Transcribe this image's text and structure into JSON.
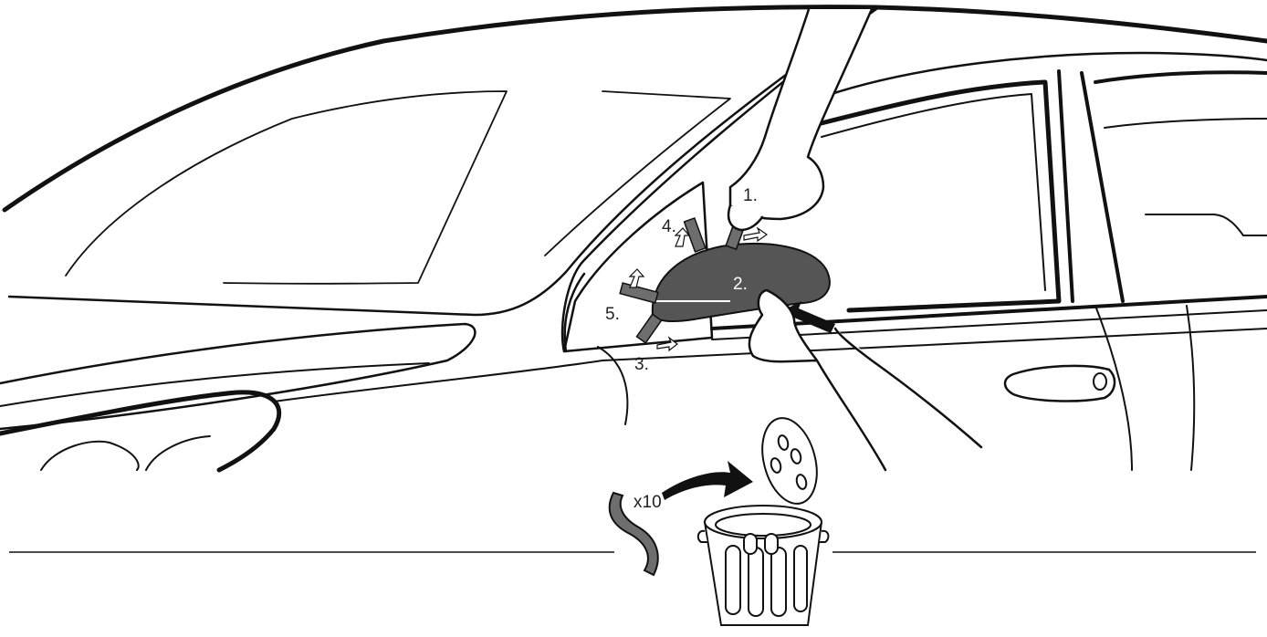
{
  "steps": {
    "step1": "1.",
    "step2": "2.",
    "step3": "3.",
    "step4": "4.",
    "step5": "5."
  },
  "disposal": {
    "quantity": "x10"
  },
  "colors": {
    "line": "#111111",
    "mirror_fill": "#555555",
    "strip_fill": "#6e6e6e",
    "background": "#ffffff"
  }
}
